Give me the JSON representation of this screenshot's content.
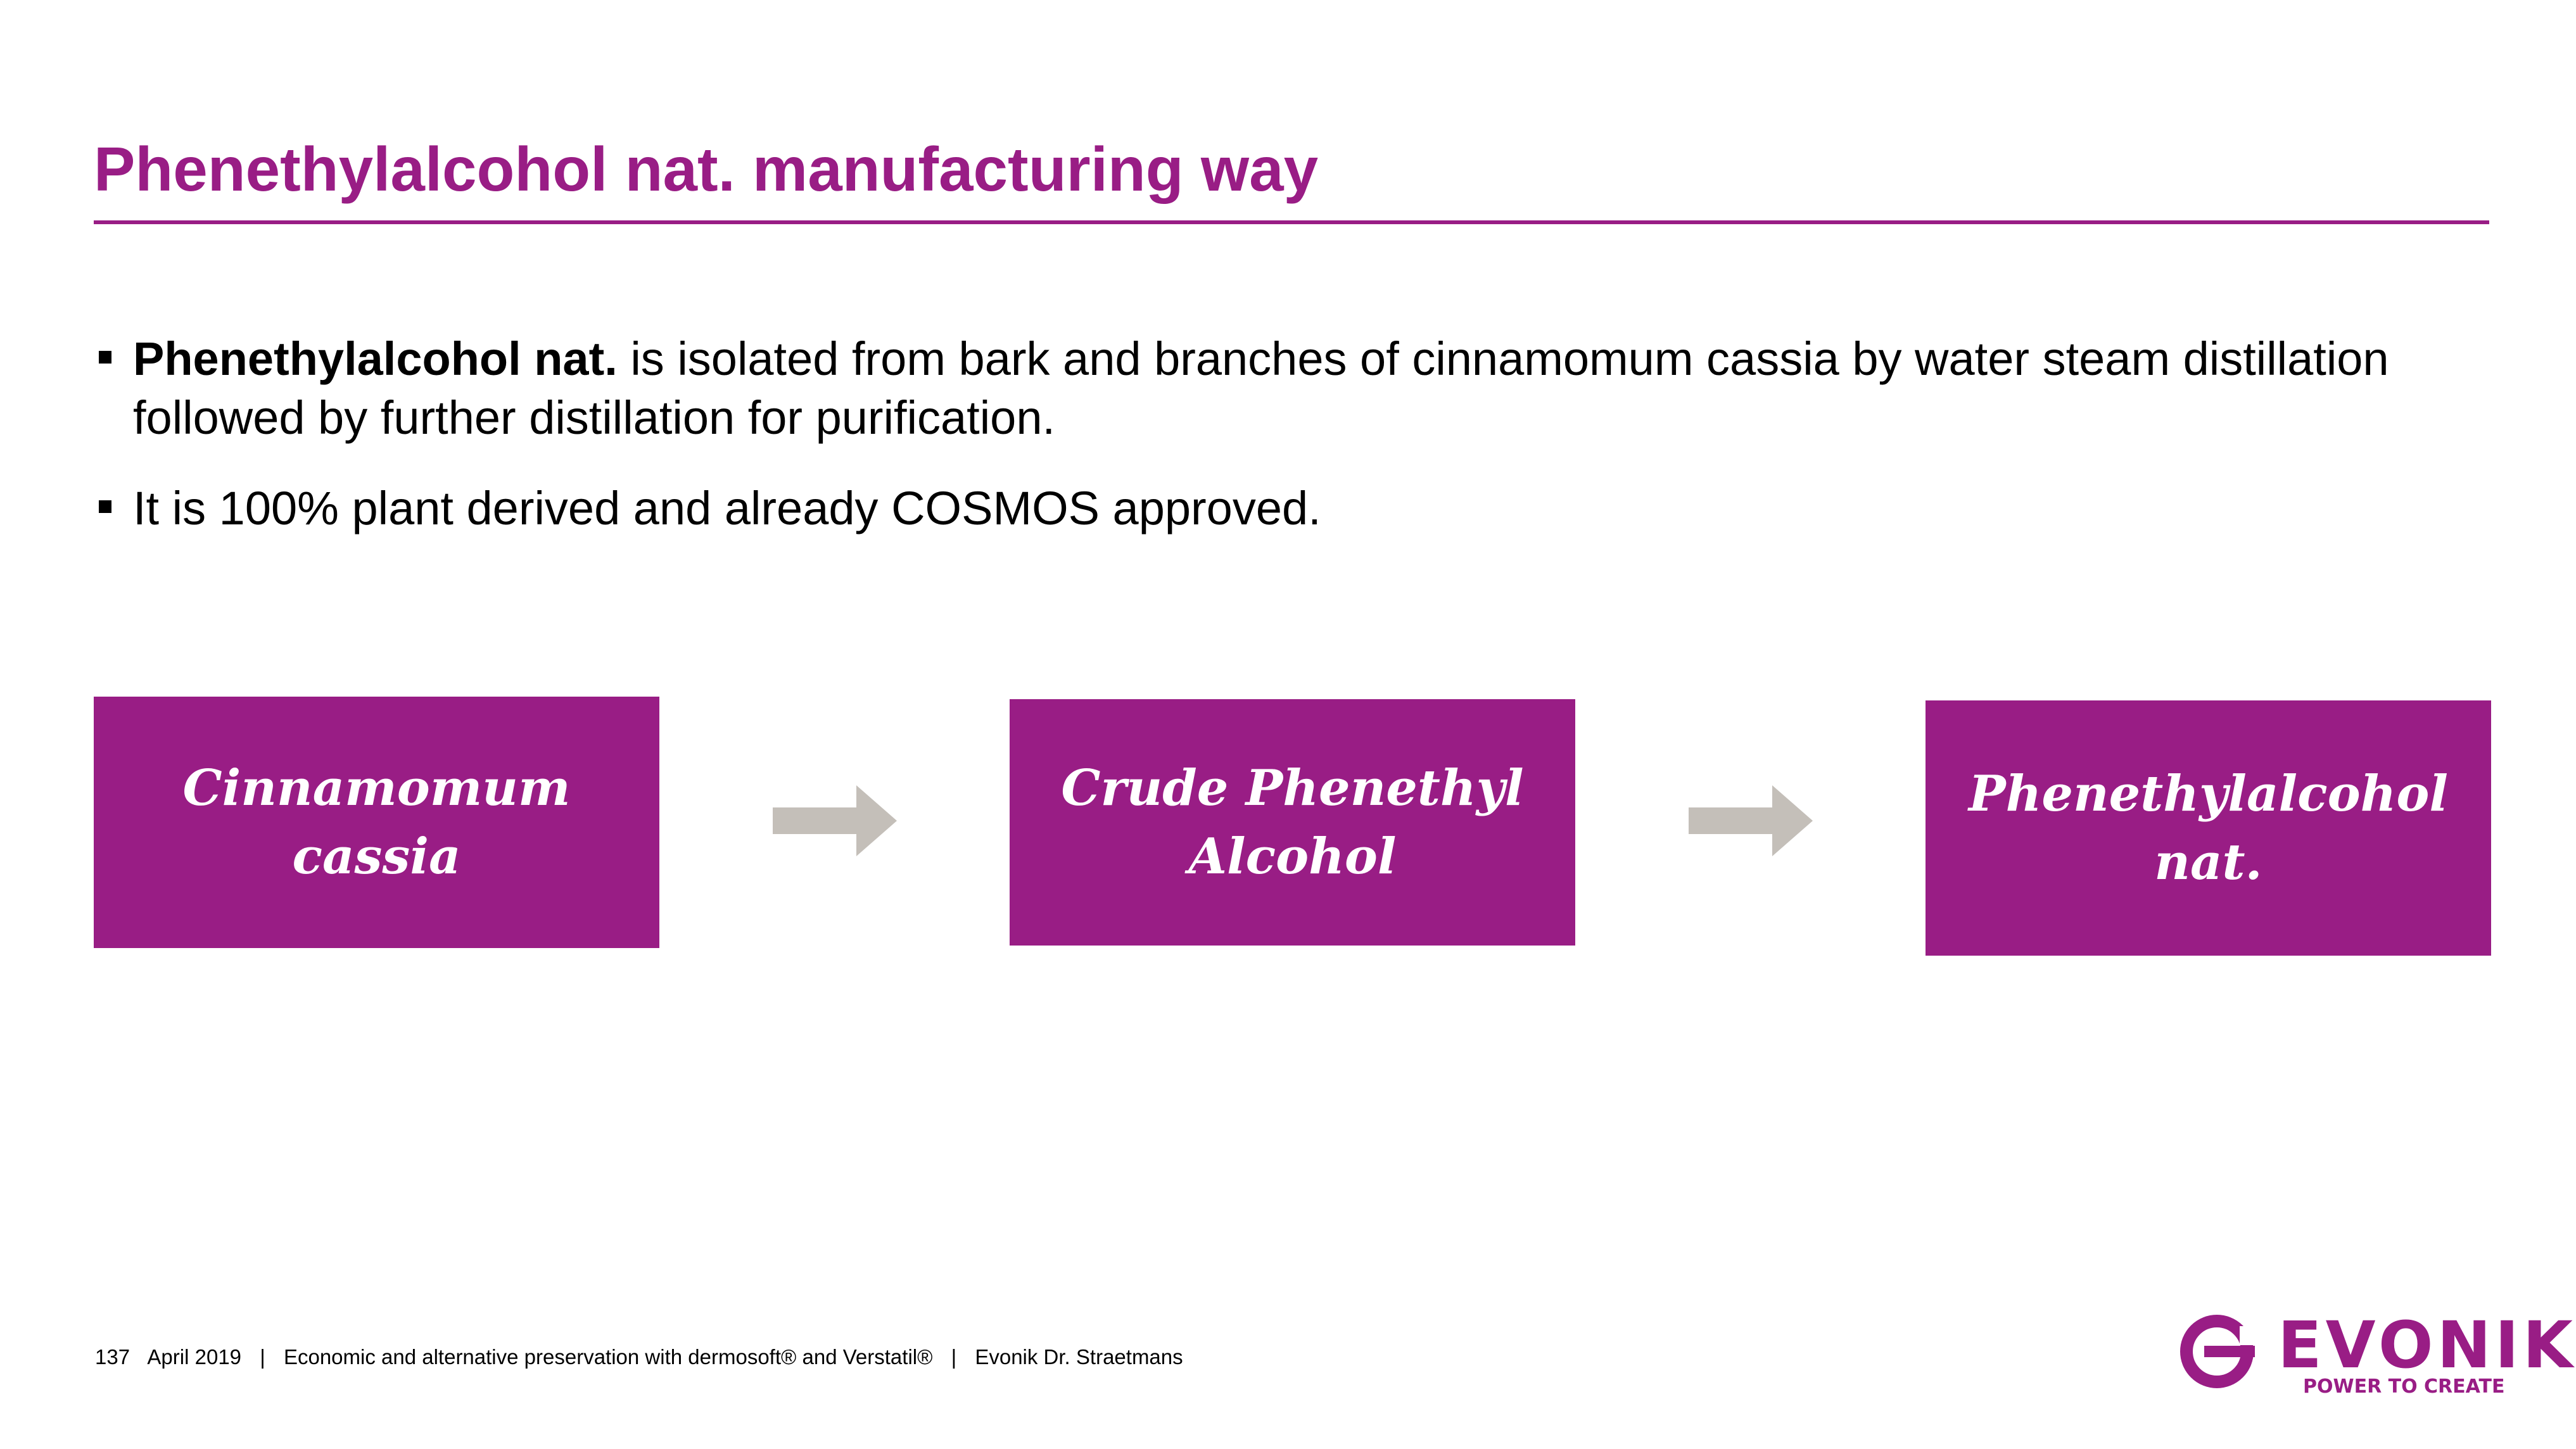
{
  "slide": {
    "title": "Phenethylalcohol nat. manufacturing way",
    "bullets": [
      {
        "bold": "Phenethylalcohol nat.",
        "text": " is isolated from bark and branches of cinnamomum cassia by water steam distillation followed by further distillation for purification."
      },
      {
        "bold": "",
        "text": "It is 100% plant derived and already COSMOS approved."
      }
    ]
  },
  "flow": {
    "steps": [
      {
        "line1": "Cinnamomum cassia",
        "line2": ""
      },
      {
        "line1": "Crude Phenethyl",
        "line2": "Alcohol"
      },
      {
        "line1": "Phenethylalcohol nat.",
        "line2": ""
      }
    ],
    "box_color": "#991d85",
    "arrow_color": "#c4bfb9"
  },
  "footer": {
    "page_number": "137",
    "date": "April 2019",
    "separator": "|",
    "presentation": "Economic and alternative preservation with dermosoft® and Verstatil®",
    "author": "Evonik Dr. Straetmans"
  },
  "logo": {
    "wordmark": "EVONIK",
    "tagline": "POWER TO CREATE",
    "color": "#991d85"
  }
}
